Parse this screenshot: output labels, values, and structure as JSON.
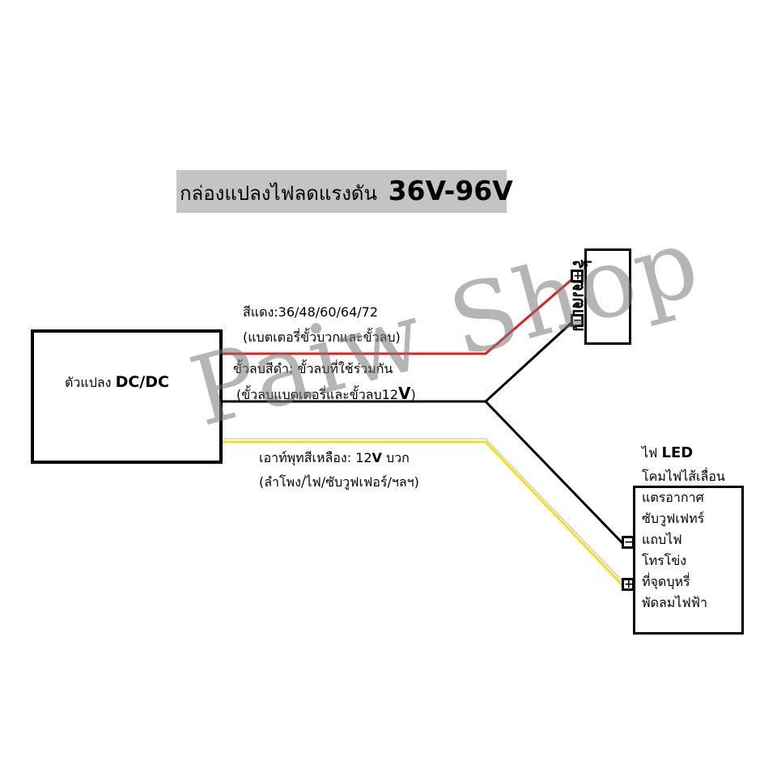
{
  "title": {
    "text": "กล่องแปลงไฟลดแรงดัน",
    "range": "36V-96V"
  },
  "converter": {
    "prefix": "ตัวแปลง",
    "model": "DC/DC"
  },
  "battery": {
    "label": "แบตเตอรี่",
    "plus_symbol": "+",
    "minus_symbol": "−"
  },
  "wires": {
    "red": {
      "line1": "สีแดง:36/48/60/64/72",
      "line2": "(แบตเตอรี่ขั้วบวกและขั้วลบ)",
      "color": "#e02020"
    },
    "black": {
      "line1": "ขั้วลบสีดำ: ขั้วลบที่ใช้ร่วมกัน",
      "line2_prefix": "(ขั้วลบแบตเตอรี่และขั้วลบ12",
      "line2_v": "V",
      "line2_suffix": ")",
      "color": "#000000"
    },
    "yellow": {
      "line1_prefix": "เอาท์พุทสีเหลือง: 12",
      "line1_v": "V",
      "line1_suffix": " บวก",
      "line2": "(ลำโพง/ไฟ/ซับวูฟเฟอร์/ฯลฯ)",
      "color": "#f2e01a"
    }
  },
  "load": {
    "heading_prefix": "ไฟ",
    "heading_led": "LED",
    "items": [
      "โคมไฟไส้เลื่อน",
      "แตรอากาศ",
      "ซับวูฟเฟทร์",
      "แถบไฟ",
      "โทรโข่ง",
      "ที่จุดบุหรี่",
      "พัดลมไฟฟ้า"
    ],
    "plus_symbol": "+",
    "minus_symbol": "−"
  },
  "watermark": "Paiw Shop"
}
